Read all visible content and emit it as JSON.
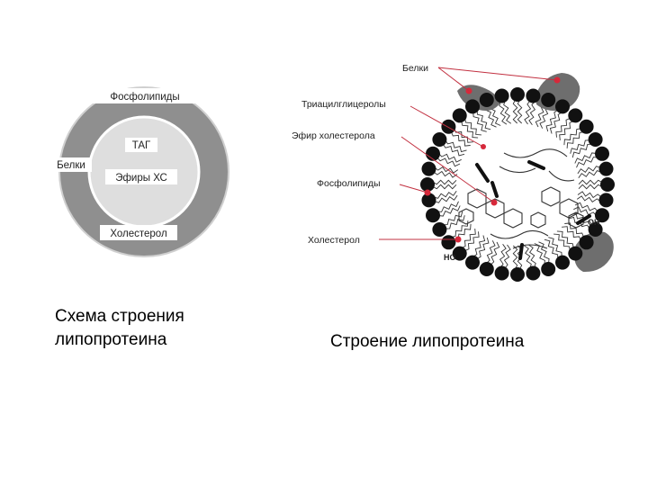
{
  "left_diagram": {
    "labels": {
      "phospholipids": "Фосфолипиды",
      "tag": "ТАГ",
      "proteins": "Белки",
      "cholesterol_esters": "Эфиры ХС",
      "cholesterol": "Холестерол"
    },
    "colors": {
      "outer_ring": "#8f8f8f",
      "inner_core": "#dedede",
      "outline": "#ffffff"
    }
  },
  "right_diagram": {
    "labels": {
      "proteins": "Белки",
      "triacylglycerols": "Триацилглицеролы",
      "cholesterol_ester": "Эфир холестерола",
      "phospholipids": "Фосфолипиды",
      "cholesterol": "Холестерол",
      "oh": "OH",
      "ho": "HO"
    },
    "colors": {
      "head_group": "#111111",
      "protein": "#6e6e6e",
      "marker": "#d8283a",
      "leader_line": "#c23040"
    }
  },
  "captions": {
    "left_line1": "Схема строения",
    "left_line2": "липопротеина",
    "right": "Строение липопротеина"
  }
}
